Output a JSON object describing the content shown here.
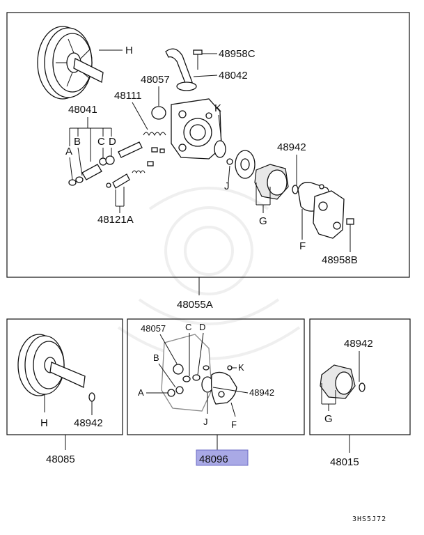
{
  "boxes": {
    "main": {
      "labels": {
        "h": "H",
        "p48958c": "48958C",
        "p48042": "48042",
        "p48057": "48057",
        "p48111": "48111",
        "k": "K",
        "p48041": "48041",
        "a": "A",
        "b": "B",
        "c": "C",
        "d": "D",
        "p48942": "48942",
        "j": "J",
        "g": "G",
        "p48121a": "48121A",
        "f": "F",
        "p48958b": "48958B"
      },
      "assembly": "48055A"
    },
    "pulley": {
      "labels": {
        "h": "H",
        "p48942": "48942"
      },
      "assembly": "48085"
    },
    "kit": {
      "labels": {
        "p48057": "48057",
        "c": "C",
        "d": "D",
        "b": "B",
        "k": "K",
        "a": "A",
        "p48942": "48942",
        "j": "J",
        "f": "F"
      },
      "assembly": "48096"
    },
    "ring": {
      "labels": {
        "p48942": "48942",
        "g": "G"
      },
      "assembly": "48015"
    }
  },
  "colors": {
    "highlight": "#a9a9e6",
    "line": "#111111"
  },
  "footer_code": "3HS5J72"
}
